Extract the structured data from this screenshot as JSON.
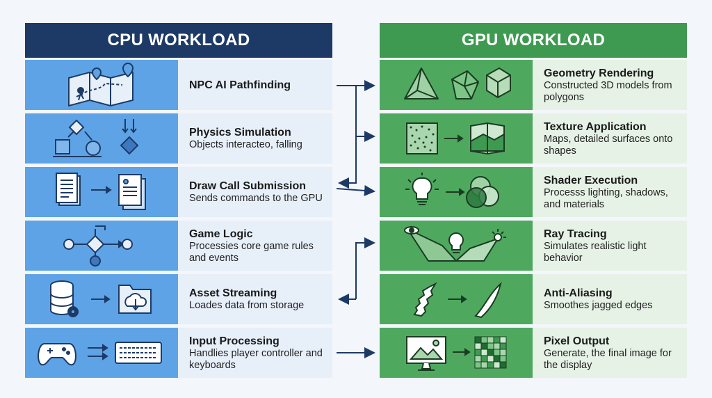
{
  "cpu": {
    "title": "CPU WORKLOAD",
    "rows": [
      {
        "title": "NPC AI Pathfinding",
        "desc": "",
        "icon": "map-pathfinding-icon"
      },
      {
        "title": "Physics Simulation",
        "desc": "Objects interacteo, falling",
        "icon": "physics-shapes-icon"
      },
      {
        "title": "Draw Call Submission",
        "desc": "Sends commands to the GPU",
        "icon": "documents-transfer-icon"
      },
      {
        "title": "Game Logic",
        "desc": "Processies core game rules and events",
        "icon": "flowchart-icon"
      },
      {
        "title": "Asset Streaming",
        "desc": "Loades data from storage",
        "icon": "database-folder-icon"
      },
      {
        "title": "Input Processing",
        "desc": "Handlies player controller and keyboards",
        "icon": "gamepad-keyboard-icon"
      }
    ]
  },
  "gpu": {
    "title": "GPU WORKLOAD",
    "rows": [
      {
        "title": "Geometry Rendering",
        "desc": "Constructed 3D models from polygons",
        "icon": "polyhedra-icon"
      },
      {
        "title": "Texture Application",
        "desc": "Maps, detailed surfaces onto shapes",
        "icon": "texture-map-icon"
      },
      {
        "title": "Shader Execution",
        "desc": "Processs lighting, shadows, and materials",
        "icon": "lightbulb-shading-icon"
      },
      {
        "title": "Ray Tracing",
        "desc": "Simulates realistic light behavior",
        "icon": "ray-tracing-icon"
      },
      {
        "title": "Anti-Aliasing",
        "desc": "Smoothes jagged edges",
        "icon": "jagged-edge-icon"
      },
      {
        "title": "Pixel Output",
        "desc": "Generate, the final image for the display",
        "icon": "monitor-pixels-icon"
      }
    ]
  }
}
